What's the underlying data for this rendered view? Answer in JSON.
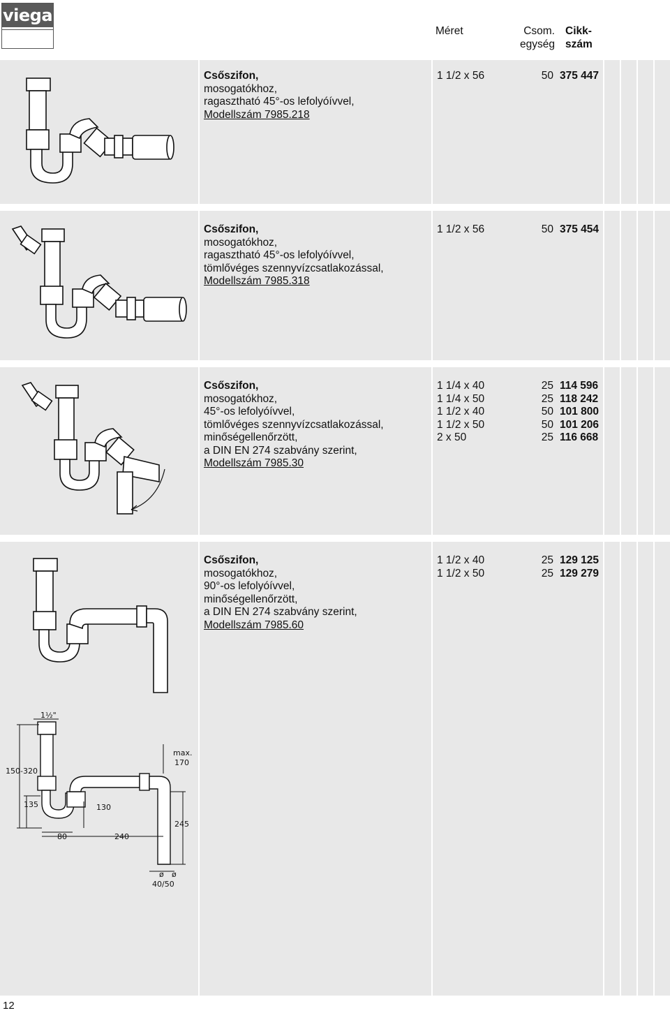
{
  "brand": {
    "logo_text": "viega"
  },
  "header": {
    "col_size": "Méret",
    "col_pack_line1": "Csom.",
    "col_pack_line2": "egység",
    "col_article_line1": "Cikk-",
    "col_article_line2": "szám"
  },
  "products": [
    {
      "title": "Csőszifon,",
      "lines": [
        "mosogatókhoz,",
        "ragasztható 45°-os lefolyóívvel,"
      ],
      "model": "Modellszám 7985.218",
      "rows": [
        {
          "size": "1 1/2 x 56",
          "qty": "50",
          "article": "375 447"
        }
      ]
    },
    {
      "title": "Csőszifon,",
      "lines": [
        "mosogatókhoz,",
        "ragasztható 45°-os lefolyóívvel,",
        "tömlővéges szennyvízcsatlakozással,"
      ],
      "model": "Modellszám 7985.318",
      "rows": [
        {
          "size": "1 1/2 x 56",
          "qty": "50",
          "article": "375 454"
        }
      ]
    },
    {
      "title": "Csőszifon,",
      "lines": [
        "mosogatókhoz,",
        "45°-os lefolyóívvel,",
        "tömlővéges szennyvízcsatlakozással,",
        "minőségellenőrzött,",
        "a DIN EN 274 szabvány szerint,"
      ],
      "model": "Modellszám 7985.30",
      "rows": [
        {
          "size": "1 1/4 x 40",
          "qty": "25",
          "article": "114 596"
        },
        {
          "size": "1 1/4 x 50",
          "qty": "25",
          "article": "118 242"
        },
        {
          "size": "1 1/2 x 40",
          "qty": "50",
          "article": "101 800"
        },
        {
          "size": "1 1/2 x 50",
          "qty": "50",
          "article": "101 206"
        },
        {
          "size": "2 x 50",
          "qty": "25",
          "article": "116 668"
        }
      ]
    },
    {
      "title": "Csőszifon,",
      "lines": [
        "mosogatókhoz,",
        "90°-os lefolyóívvel,",
        "minőségellenőrzött,",
        "a DIN EN 274 szabvány szerint,"
      ],
      "model": "Modellszám 7985.60",
      "rows": [
        {
          "size": "1 1/2 x 40",
          "qty": "25",
          "article": "129 125"
        },
        {
          "size": "1 1/2 x 50",
          "qty": "25",
          "article": "129 279"
        }
      ]
    }
  ],
  "dimension_drawing": {
    "labels": [
      "1½\"",
      "150-320",
      "max.",
      "170",
      "135",
      "130",
      "245",
      "80",
      "240",
      "ø",
      "ø",
      "40/50"
    ]
  },
  "page_number": "12"
}
